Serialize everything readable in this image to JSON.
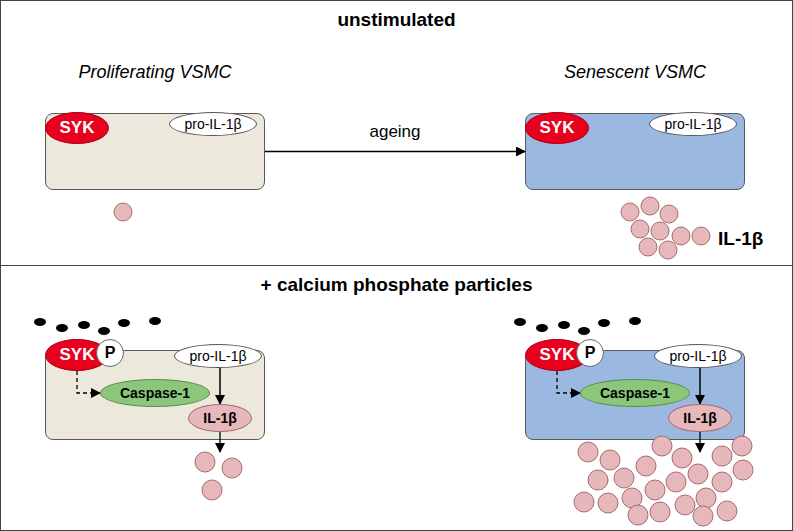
{
  "diagram": {
    "nodes": [
      {
        "text": [
          "unstimulated"
        ]
      },
      {
        "text": [
          "Proliferating VSMC"
        ],
        "in": 0
      },
      {
        "text": [
          "SYK"
        ],
        "in": 1
      },
      {
        "text": [
          "pro-IL-1β"
        ],
        "in": 1
      },
      {
        "text": [
          "Senescent VSMC"
        ],
        "in": 0
      },
      {
        "text": [
          "SYK"
        ],
        "in": 4
      },
      {
        "text": [
          "pro-IL-1β"
        ],
        "in": 4
      },
      {
        "text": [
          "+ calcium phosphate particles"
        ]
      },
      {
        "text": [],
        "in": 7
      },
      {
        "text": [
          "SYK"
        ],
        "in": 8
      },
      {
        "text": [
          "P"
        ],
        "in": 8
      },
      {
        "text": [
          "Caspase-1"
        ],
        "in": 8
      },
      {
        "text": [
          "pro-IL-1β"
        ],
        "in": 8
      },
      {
        "text": [
          "IL-1β"
        ],
        "in": 8
      },
      {
        "text": [],
        "in": 7
      },
      {
        "text": [
          "SYK"
        ],
        "in": 14
      },
      {
        "text": [
          "P"
        ],
        "in": 14
      },
      {
        "text": [
          "Caspase-1"
        ],
        "in": 14
      },
      {
        "text": [
          "pro-IL-1β"
        ],
        "in": 14
      },
      {
        "text": [
          "IL-1β"
        ],
        "in": 14
      }
    ],
    "edges": [
      {
        "from": 1,
        "to": 4,
        "label": "ageing",
        "arrow": "to"
      },
      {
        "from": 9,
        "to": 11,
        "arrow": "to"
      },
      {
        "from": 12,
        "to": 13,
        "arrow": "to"
      },
      {
        "from": 15,
        "to": 17,
        "arrow": "to"
      },
      {
        "from": 18,
        "to": 19,
        "arrow": "to"
      }
    ],
    "labels": [
      "IL-1β"
    ]
  }
}
